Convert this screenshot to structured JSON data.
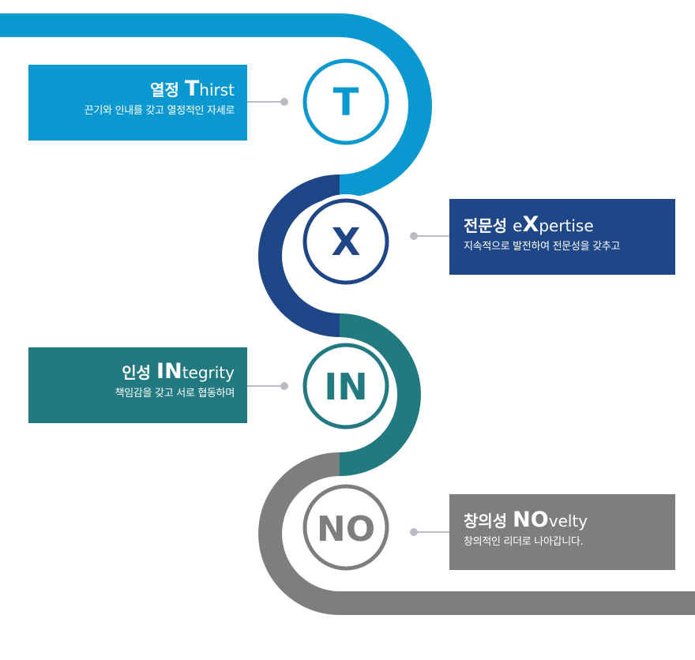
{
  "colors": {
    "thirst": "#0a98d0",
    "expertise": "#1f4686",
    "integrity": "#227a80",
    "novelty": "#7d7e80",
    "dot": "#b9bcc4",
    "ring_gap": "#ffffff"
  },
  "items": [
    {
      "key": "thirst",
      "letter": "T",
      "title_kr": "열정 ",
      "title_cap": "T",
      "title_rest": "hirst",
      "desc": "끈기와 인내를 갖고 열정적인 자세로"
    },
    {
      "key": "expertise",
      "letter": "X",
      "title_kr": "전문성 ",
      "title_pre": "e",
      "title_cap": "X",
      "title_rest": "pertise",
      "desc": "지속적으로 발전하여 전문성을 갖추고"
    },
    {
      "key": "integrity",
      "letter": "IN",
      "title_kr": "인성 ",
      "title_cap": "IN",
      "title_rest": "tegrity",
      "desc": "책임감을 갖고 서로 협동하며"
    },
    {
      "key": "novelty",
      "letter": "NO",
      "title_kr": "창의성 ",
      "title_cap": "NO",
      "title_rest": "velty",
      "desc": "창의적인 리더로 나아갑니다."
    }
  ]
}
